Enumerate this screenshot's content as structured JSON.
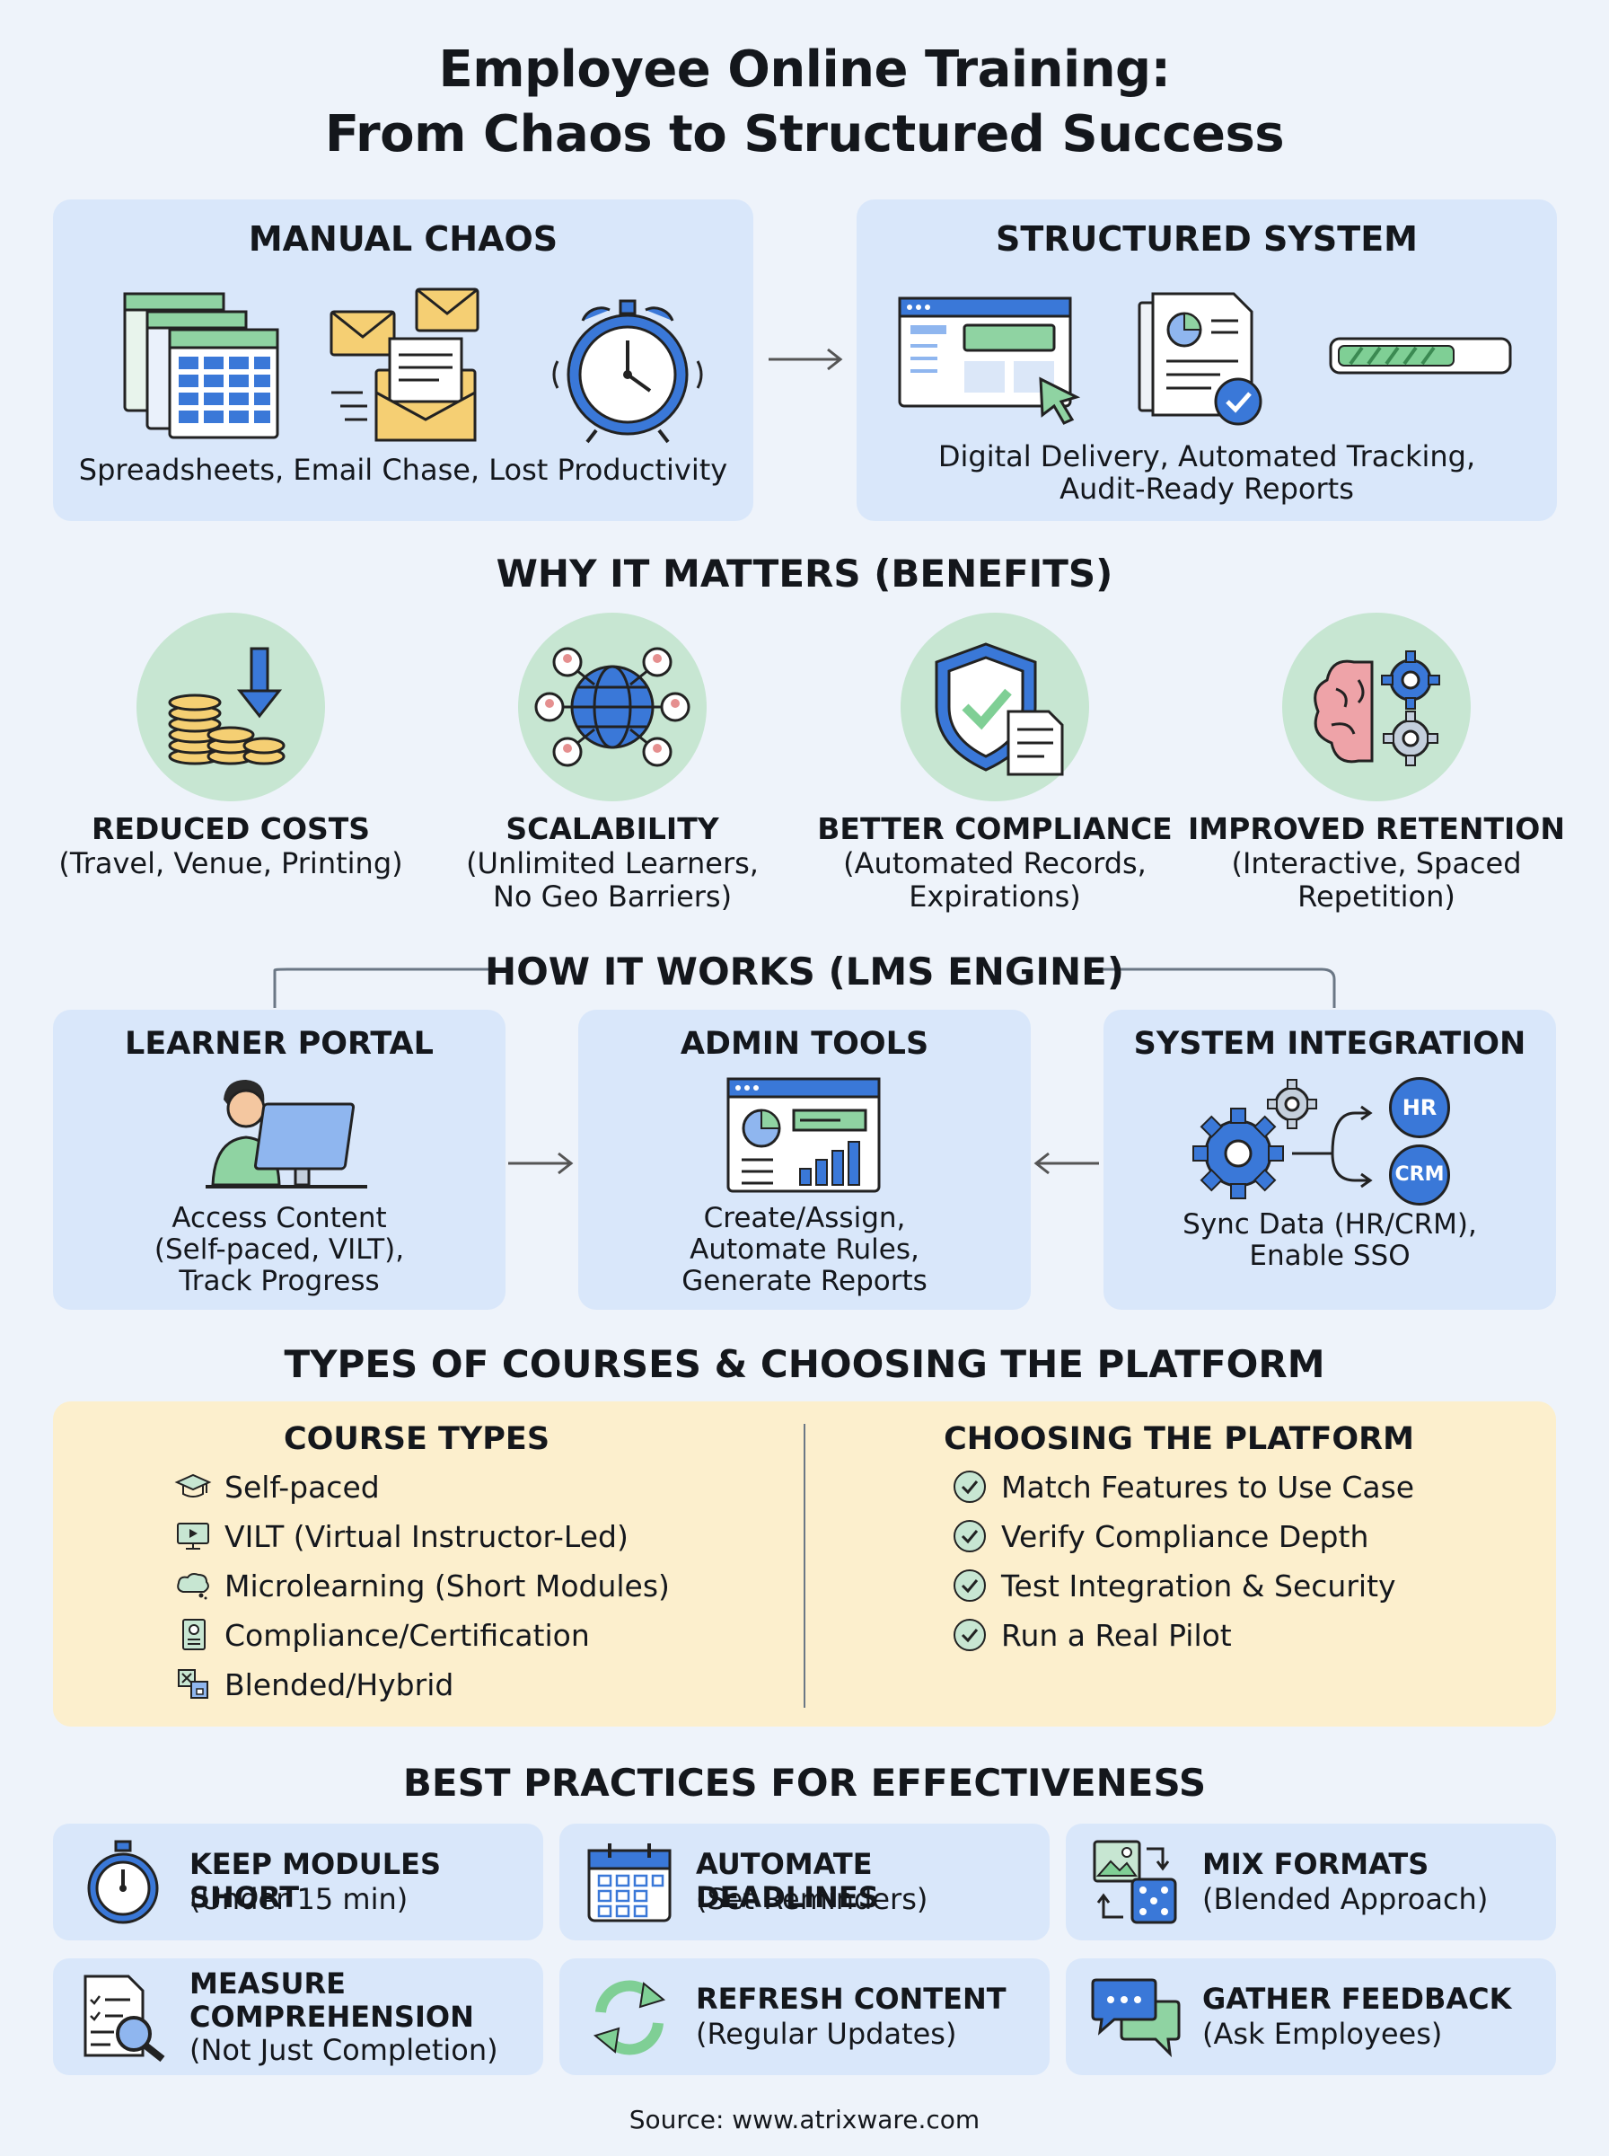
{
  "title": {
    "line1": "Employee Online Training:",
    "line2": "From Chaos to Structured Success"
  },
  "comparison": {
    "manual": {
      "heading": "MANUAL CHAOS",
      "caption": "Spreadsheets, Email Chase, Lost Productivity",
      "icons": [
        "spreadsheets-icon",
        "envelopes-icon",
        "alarm-clock-icon"
      ]
    },
    "structured": {
      "heading": "STRUCTURED SYSTEM",
      "caption_line1": "Digital Delivery, Automated Tracking,",
      "caption_line2": "Audit-Ready Reports",
      "icons": [
        "dashboard-window-icon",
        "report-check-icon",
        "progress-bar-icon"
      ]
    }
  },
  "benefits": {
    "heading": "WHY IT MATTERS (BENEFITS)",
    "items": [
      {
        "title": "REDUCED COSTS",
        "sub1": "(Travel, Venue, Printing)",
        "sub2": "",
        "icon": "coins-down-icon"
      },
      {
        "title": "SCALABILITY",
        "sub1": "(Unlimited Learners,",
        "sub2": "No Geo Barriers)",
        "icon": "globe-network-icon"
      },
      {
        "title": "BETTER COMPLIANCE",
        "sub1": "(Automated Records,",
        "sub2": "Expirations)",
        "icon": "shield-check-icon"
      },
      {
        "title": "IMPROVED RETENTION",
        "sub1": "(Interactive, Spaced",
        "sub2": "Repetition)",
        "icon": "brain-gears-icon"
      }
    ]
  },
  "lms": {
    "heading": "HOW IT WORKS (LMS ENGINE)",
    "panels": [
      {
        "heading": "LEARNER PORTAL",
        "line1": "Access Content",
        "line2": "(Self-paced, VILT),",
        "line3": "Track Progress",
        "icon": "learner-computer-icon"
      },
      {
        "heading": "ADMIN TOOLS",
        "line1": "Create/Assign,",
        "line2": "Automate Rules,",
        "line3": "Generate Reports",
        "icon": "admin-dashboard-icon"
      },
      {
        "heading": "SYSTEM INTEGRATION",
        "line1": "Sync Data (HR/CRM),",
        "line2": "Enable SSO",
        "line3": "",
        "icon": "gears-integration-icon",
        "badge1": "HR",
        "badge2": "CRM"
      }
    ]
  },
  "courses": {
    "heading": "TYPES OF COURSES & CHOOSING THE PLATFORM",
    "types_heading": "COURSE TYPES",
    "types": [
      {
        "label": "Self-paced",
        "icon": "graduation-cap-icon"
      },
      {
        "label": "VILT (Virtual Instructor-Led)",
        "icon": "monitor-play-icon"
      },
      {
        "label": "Microlearning (Short Modules)",
        "icon": "cloud-thought-icon"
      },
      {
        "label": "Compliance/Certification",
        "icon": "certificate-icon"
      },
      {
        "label": "Blended/Hybrid",
        "icon": "blended-icon"
      }
    ],
    "platform_heading": "CHOOSING THE PLATFORM",
    "platform": [
      {
        "label": "Match Features to Use Case",
        "icon": "check-circle-icon"
      },
      {
        "label": "Verify Compliance Depth",
        "icon": "check-circle-icon"
      },
      {
        "label": "Test Integration & Security",
        "icon": "check-circle-icon"
      },
      {
        "label": "Run a Real Pilot",
        "icon": "check-circle-icon"
      }
    ]
  },
  "practices": {
    "heading": "BEST PRACTICES FOR EFFECTIVENESS",
    "items": [
      {
        "title1": "KEEP MODULES SHORT",
        "title2": "",
        "sub": "(Under 15 min)",
        "icon": "stopwatch-icon"
      },
      {
        "title1": "AUTOMATE DEADLINES",
        "title2": "",
        "sub": "(Set Reminders)",
        "icon": "calendar-icon"
      },
      {
        "title1": "MIX FORMATS",
        "title2": "",
        "sub": "(Blended Approach)",
        "icon": "mixed-media-icon"
      },
      {
        "title1": "MEASURE",
        "title2": "COMPREHENSION",
        "sub": "(Not Just Completion)",
        "icon": "document-magnifier-icon"
      },
      {
        "title1": "REFRESH CONTENT",
        "title2": "",
        "sub": "(Regular Updates)",
        "icon": "refresh-arrows-icon"
      },
      {
        "title1": "GATHER FEEDBACK",
        "title2": "",
        "sub": "(Ask Employees)",
        "icon": "chat-bubbles-icon"
      }
    ]
  },
  "source": "Source: www.atrixware.com",
  "colors": {
    "background": "#eef3fa",
    "panel_blue": "#d9e7fa",
    "panel_yellow": "#fcefcd",
    "circle_green": "#c7e6d2",
    "accent_blue": "#3a78d8",
    "accent_green": "#7fcf95"
  }
}
